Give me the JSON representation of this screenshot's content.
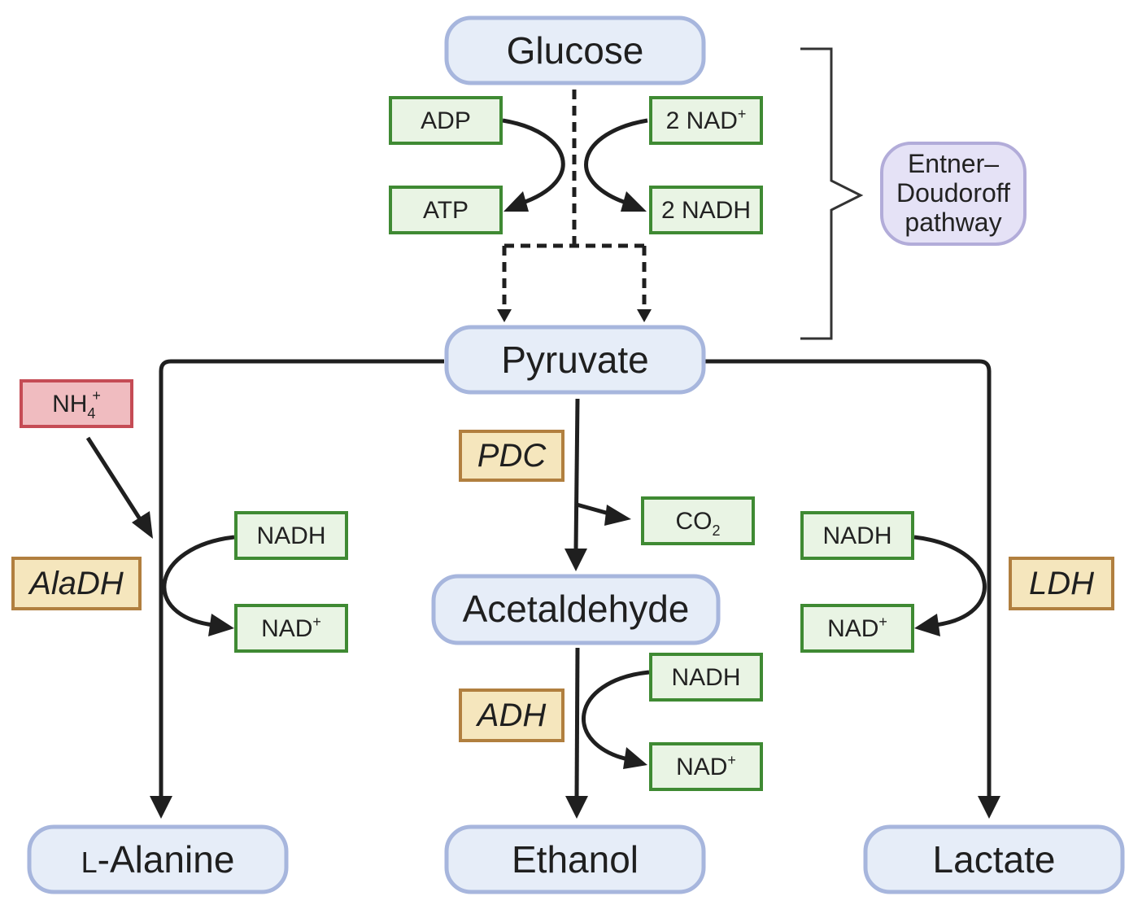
{
  "metabolites": {
    "glucose": "Glucose",
    "pyruvate": "Pyruvate",
    "acetaldehyde": "Acetaldehyde",
    "l_alanine_prefix": "L",
    "l_alanine_rest": "-Alanine",
    "ethanol": "Ethanol",
    "lactate": "Lactate"
  },
  "cofactors": {
    "adp": "ADP",
    "atp": "ATP",
    "nad_2": "2 NAD",
    "nadh_2": "2 NADH",
    "co2_base": "CO",
    "co2_sub": "2",
    "alanine_nadh": "NADH",
    "alanine_nad": "NAD",
    "adh_nadh": "NADH",
    "adh_nad": "NAD",
    "ldh_nadh": "NADH",
    "ldh_nad": "NAD",
    "plus": "+"
  },
  "ammonium": {
    "base": "NH",
    "sub": "4",
    "sup": "+"
  },
  "enzymes": {
    "pdc": "PDC",
    "aladh": "AlaDH",
    "adh": "ADH",
    "ldh": "LDH"
  },
  "pathway_label": [
    "Entner–",
    "Doudoroff",
    "pathway"
  ],
  "colors": {
    "metabolite_fill": "#e6edf8",
    "metabolite_stroke": "#a7b6dd",
    "cofactor_fill": "#e9f4e4",
    "cofactor_stroke": "#3f8a33",
    "enzyme_fill": "#f5e6bd",
    "enzyme_stroke": "#b17f3f",
    "ammonium_fill": "#f0bcc0",
    "ammonium_stroke": "#c54c55",
    "pathway_fill": "#e5e2f6",
    "pathway_stroke": "#b2acd9"
  }
}
